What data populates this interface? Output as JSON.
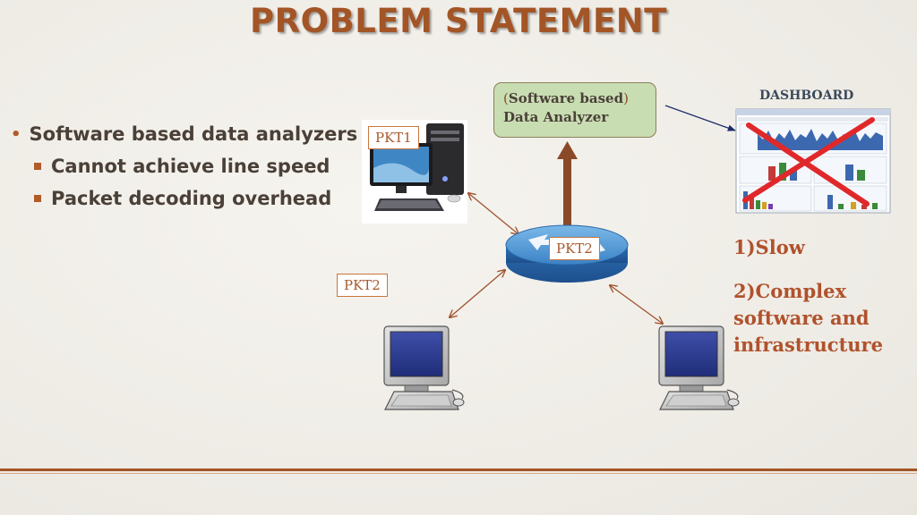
{
  "title": "PROBLEM STATEMENT",
  "bullets": {
    "main": "Software based data analyzers",
    "sub": [
      "Cannot achieve line speed",
      "Packet decoding overhead"
    ]
  },
  "analyzer": {
    "open_paren": "(",
    "line1": "Software based",
    "close_paren": ")",
    "line2": "Data Analyzer"
  },
  "packets": {
    "pkt1": "PKT1",
    "pkt2_router": "PKT2",
    "pkt2_left": "PKT2"
  },
  "dashboard": {
    "label": "DASHBOARD"
  },
  "notes": {
    "slow": "1)Slow",
    "complex": [
      "2)Complex",
      "software and",
      "infrastructure"
    ]
  },
  "colors": {
    "accent": "#a35526",
    "note": "#b0522c",
    "analyzer_fill": "#c9ddb3",
    "cross": "#e0282b"
  }
}
